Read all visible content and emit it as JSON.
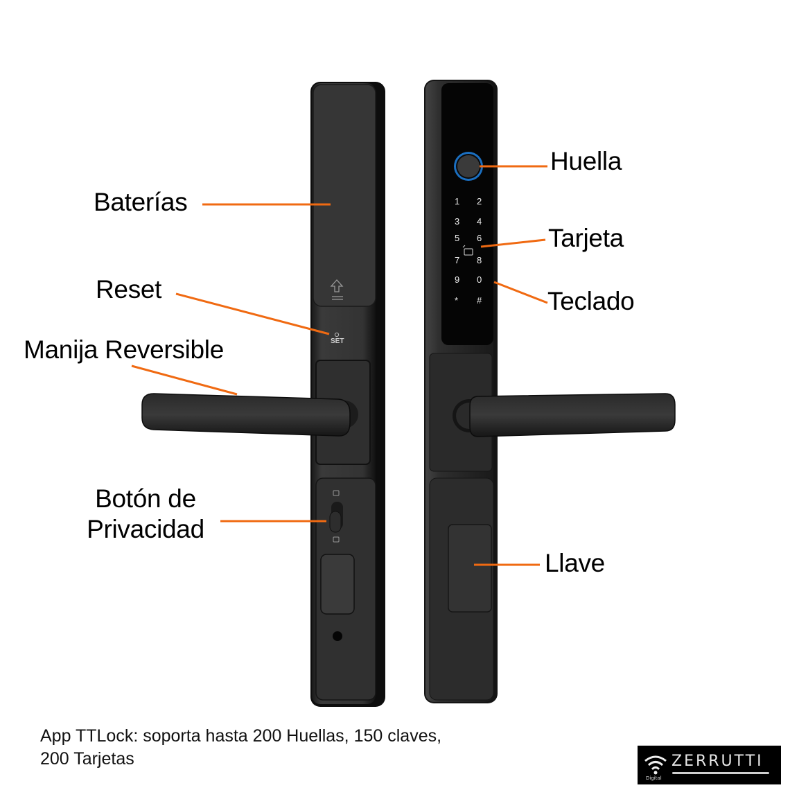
{
  "labels": {
    "baterias": "Baterías",
    "reset": "Reset",
    "manija": "Manija Reversible",
    "boton_line1": "Botón de",
    "boton_line2": "Privacidad",
    "huella": "Huella",
    "tarjeta": "Tarjeta",
    "teclado": "Teclado",
    "llave": "Llave"
  },
  "device": {
    "set_label": "SET",
    "keypad": [
      "1",
      "2",
      "3",
      "4",
      "5",
      "6",
      "7",
      "8",
      "9",
      "0",
      "*",
      "#"
    ]
  },
  "caption": {
    "line1": "App TTLock: soporta hasta 200 Huellas, 150 claves,",
    "line2": "200 Tarjetas"
  },
  "logo": {
    "brand": "ZERRUTTI",
    "sub": "Digital",
    "icon": "wifi-icon"
  },
  "colors": {
    "leader": "#f06a12",
    "body": "#2b2b2b",
    "panel": "#050505",
    "ring": "#1e90e0"
  }
}
